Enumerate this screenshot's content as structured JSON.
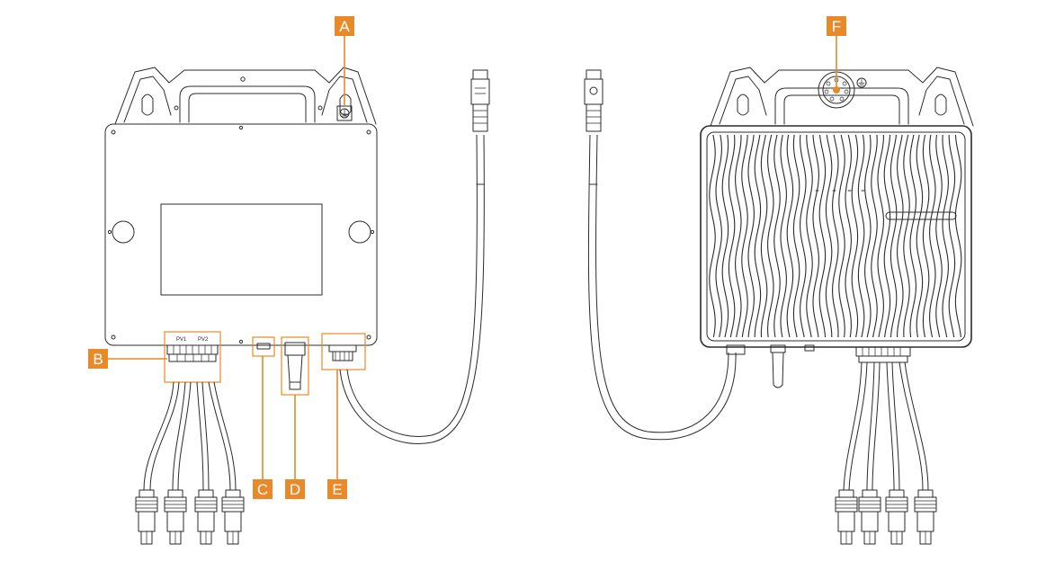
{
  "labels": {
    "a": "A",
    "b": "B",
    "c": "C",
    "d": "D",
    "e": "E",
    "f": "F"
  },
  "port_labels": {
    "pv1": "PV1",
    "pv2": "PV2"
  },
  "colors": {
    "accent": "#e8892a",
    "line": "#2b2b2b",
    "background": "#ffffff"
  }
}
